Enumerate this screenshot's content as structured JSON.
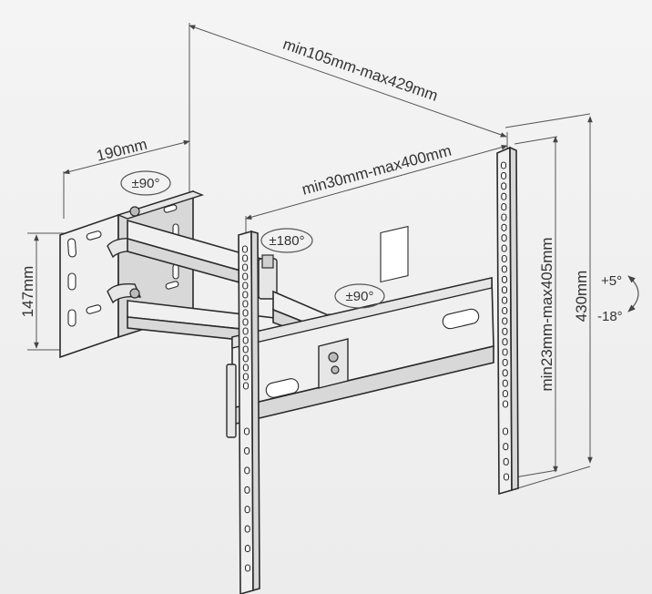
{
  "dimensions": {
    "wall_plate_width": "190mm",
    "wall_plate_height": "147mm",
    "arm_extension": "min105mm-max429mm",
    "horizontal_hole_spacing": "min30mm-max400mm",
    "vertical_hole_spacing": "min23mm-max405mm",
    "rail_height": "430mm"
  },
  "rotation_labels": {
    "wall_swivel": "±90°",
    "arm_swivel": "±180°",
    "head_swivel": "±90°"
  },
  "tilt": {
    "up": "+5°",
    "down": "-18°"
  }
}
